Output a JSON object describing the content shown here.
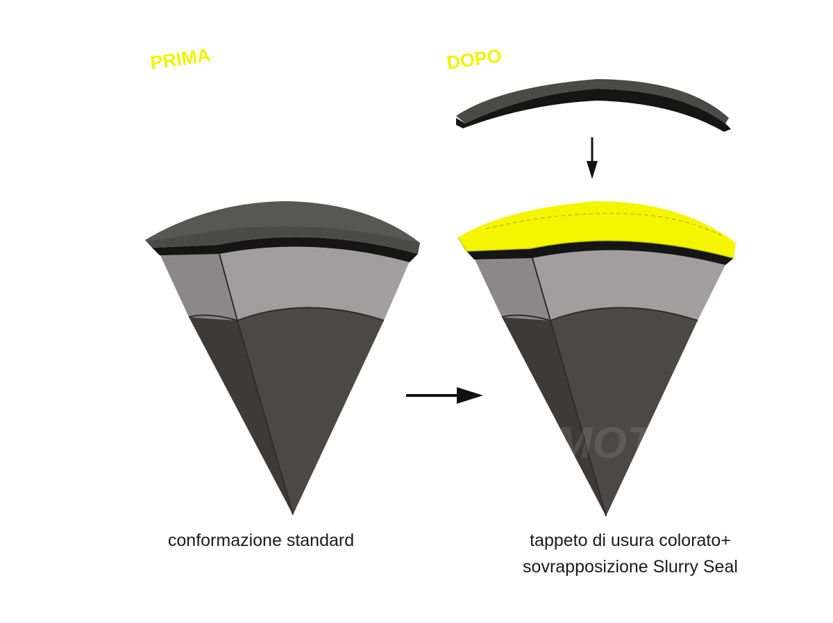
{
  "labels": {
    "before": "PRIMA",
    "after": "DOPO"
  },
  "captions": {
    "before": "conformazione standard",
    "after_line1": "tappeto di usura colorato+",
    "after_line2": "sovrapposizione Slurry Seal"
  },
  "colors": {
    "label_yellow": "#f2f200",
    "slurry_yellow": "#f5f500",
    "top_layer": "#4a4a48",
    "binder_black": "#151515",
    "base_light": "#a09e9f",
    "base_light_side": "#8a8889",
    "core_dark": "#4a4947",
    "core_dark_side": "#3c3b39"
  }
}
